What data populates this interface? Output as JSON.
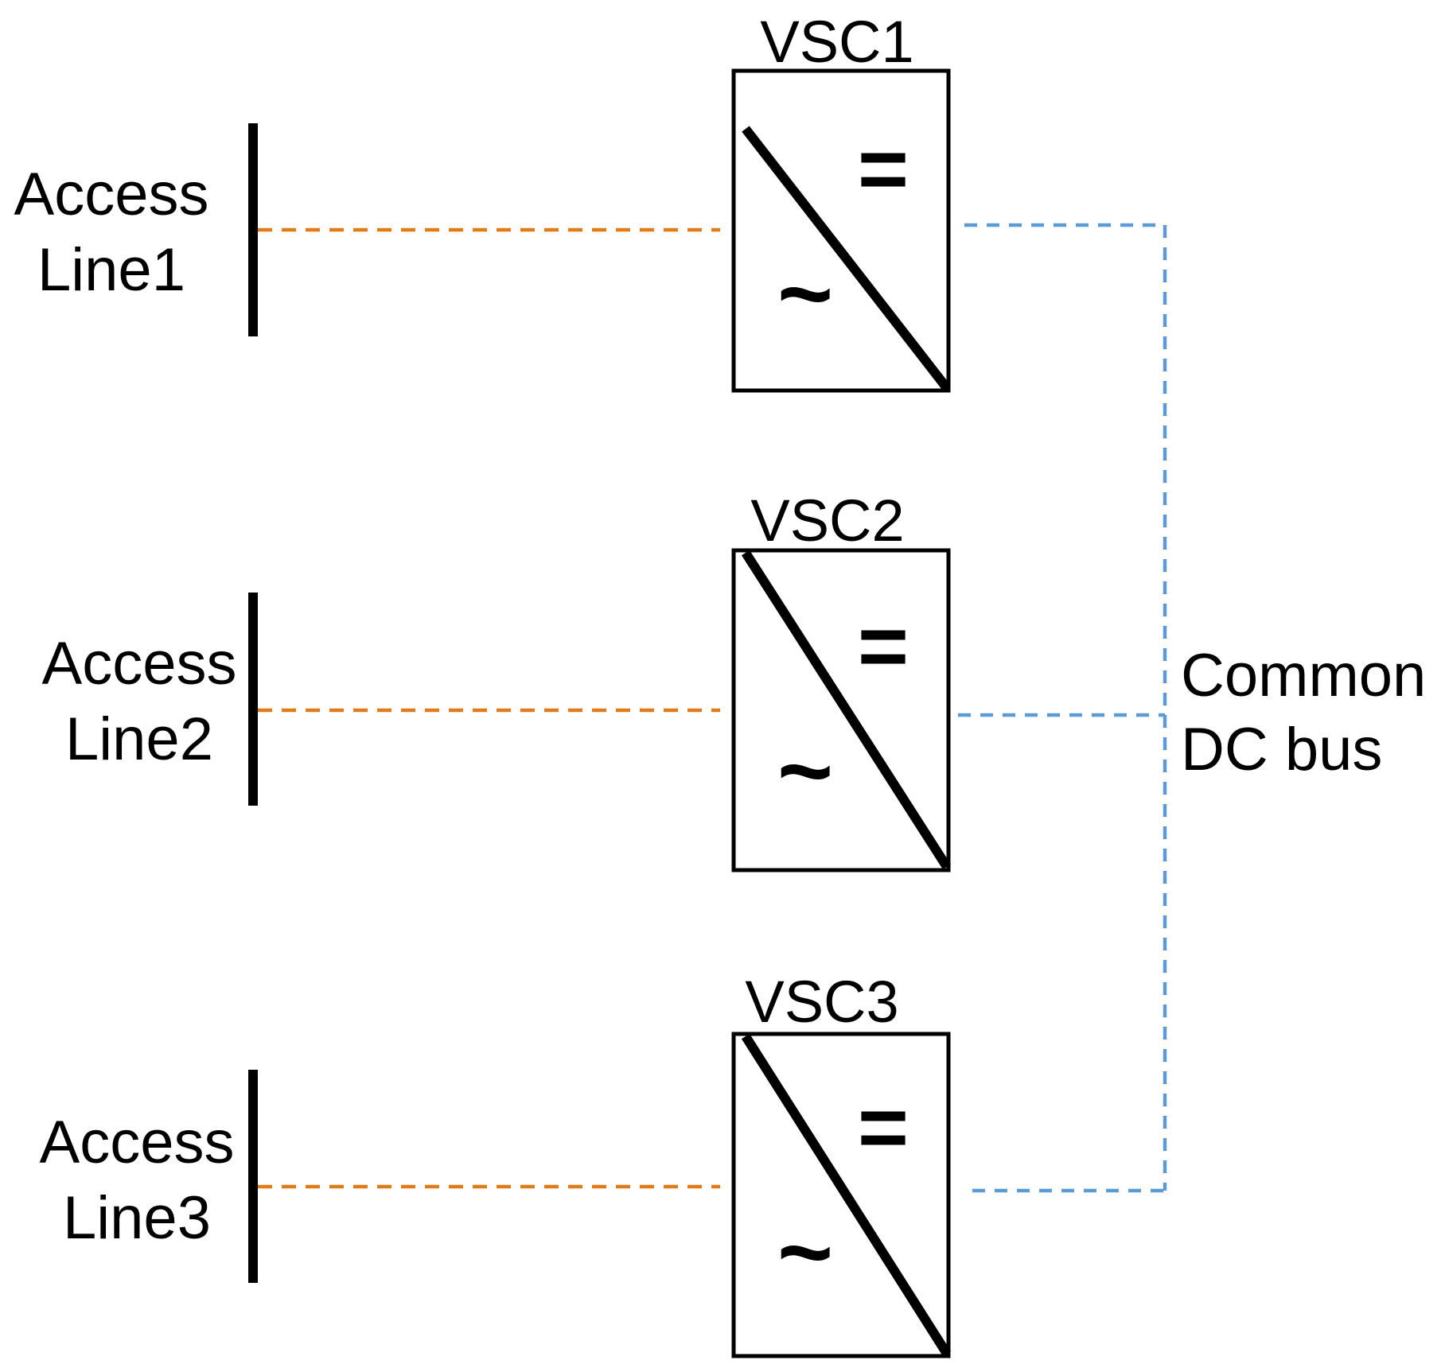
{
  "colors": {
    "ac_connection": "#E07B1A",
    "dc_bus": "#5B9BD5",
    "stroke": "#000000"
  },
  "access_lines": [
    {
      "line1": "Access",
      "line2": "Line1"
    },
    {
      "line1": "Access",
      "line2": "Line2"
    },
    {
      "line1": "Access",
      "line2": "Line3"
    }
  ],
  "converters": [
    {
      "label": "VSC1",
      "dc_symbol": "=",
      "ac_symbol": "~"
    },
    {
      "label": "VSC2",
      "dc_symbol": "=",
      "ac_symbol": "~"
    },
    {
      "label": "VSC3",
      "dc_symbol": "=",
      "ac_symbol": "~"
    }
  ],
  "dc_bus": {
    "line1": "Common",
    "line2": "DC bus"
  }
}
